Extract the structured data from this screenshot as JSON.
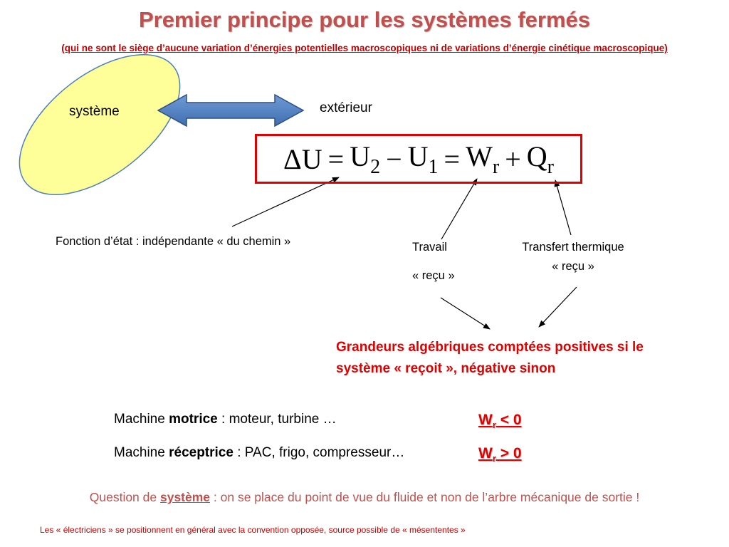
{
  "header": {
    "title": "Premier principe pour les systèmes fermés",
    "subtitle": "(qui ne sont le siège d’aucune variation d’énergies potentielles macroscopiques ni de variations d’énergie cinétique macroscopique)"
  },
  "diagram": {
    "system_label": "système",
    "exterior_label": "extérieur"
  },
  "equation": {
    "delta": "ΔU",
    "eq1": "=",
    "u": "U",
    "u2_sub": "2",
    "minus": "−",
    "u1_sub": "1",
    "eq2": "=",
    "w": "W",
    "w_sub": "r",
    "plus": "+",
    "q": "Q",
    "q_sub": "r"
  },
  "annotations": {
    "state_function": "Fonction d’état : indépendante « du chemin »",
    "work": "Travail",
    "work_received": "« reçu »",
    "heat": "Transfert thermique",
    "heat_received": "« reçu »",
    "algebraic_line1": "Grandeurs algébriques comptées positives si le",
    "algebraic_line2": "système « reçoit », négative sinon"
  },
  "machines": {
    "motor_prefix": "Machine ",
    "motor_bold": "motrice",
    "motor_suffix": " : moteur, turbine …",
    "motor_cond_w": "W",
    "motor_cond_sub": "r",
    "motor_cond_rest": " < 0",
    "receiver_prefix": "Machine ",
    "receiver_bold": "réceptrice",
    "receiver_suffix": " : PAC, frigo, compresseur…",
    "receiver_cond_w": "W",
    "receiver_cond_sub": "r",
    "receiver_cond_rest": " > 0"
  },
  "footer": {
    "question_prefix": "Question de ",
    "question_bold": "système",
    "question_suffix": " : on se place du point de vue du fluide et non de l’arbre mécanique de sortie !",
    "note": "Les « électriciens » se positionnent en général avec la convention opposée, source possible de « mésententes »"
  },
  "colors": {
    "title": "#c0504d",
    "accent_red": "#e00000",
    "ellipse_fill": "#ffff99",
    "arrow_fill": "#4f81bd"
  }
}
